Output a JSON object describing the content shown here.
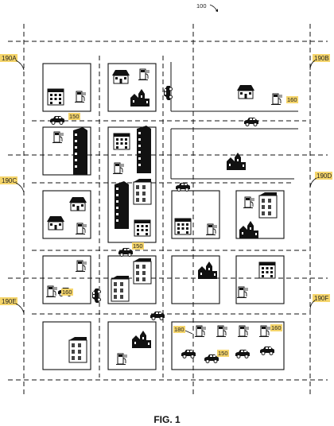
{
  "figure": {
    "number_label": "100",
    "caption": "FIG. 1"
  },
  "zones": [
    {
      "id": "190A",
      "label": "190A"
    },
    {
      "id": "190B",
      "label": "190B"
    },
    {
      "id": "190C",
      "label": "190C"
    },
    {
      "id": "190D",
      "label": "190D"
    },
    {
      "id": "190E",
      "label": "190E"
    },
    {
      "id": "190F",
      "label": "190F"
    }
  ],
  "refs": {
    "vehicle": "150",
    "station": "160",
    "hub": "180"
  },
  "colors": {
    "line": "#111111",
    "badge": "#f5d56b",
    "badge_text": "#222222"
  }
}
